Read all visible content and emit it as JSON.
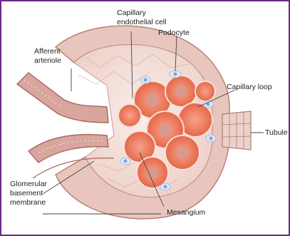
{
  "colors": {
    "border": "#6a2c86",
    "capsule": "#e6c3bb",
    "capsule_inner": "#f7e7e2",
    "vessel": "#c98c84",
    "capillary": "#e8734f",
    "capillary_light": "#f6b4a0",
    "podocyte": "#dfe8f5",
    "podocyte_nucleus": "#7fa4d6",
    "label_line": "#444444"
  },
  "labels": {
    "capillary_endothelial_cell": "Capillary\nendothelial cell",
    "podocyte": "Podocyte",
    "afferent_arteriole": "Afferent\narteriole",
    "capillary_loop": "Capillary loop",
    "tubule": "Tubule",
    "glomerular_basement_membrane": "Glomerular\nbasement\nmembrane",
    "mesangium": "Mesangium"
  }
}
